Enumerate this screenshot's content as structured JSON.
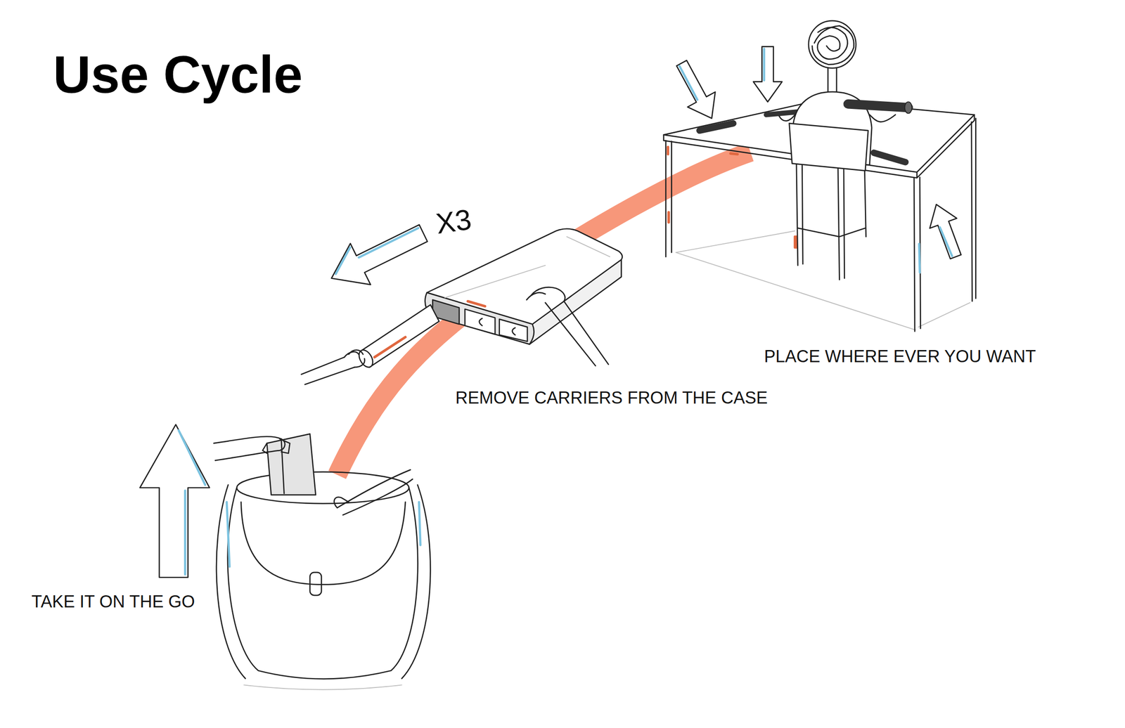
{
  "diagram": {
    "title": "Use Cycle",
    "labels": [
      "X3",
      "PLACE WHERE EVER YOU WANT",
      "REMOVE CARRIERS FROM THE CASE",
      "TAKE IT ON THE GO"
    ]
  }
}
